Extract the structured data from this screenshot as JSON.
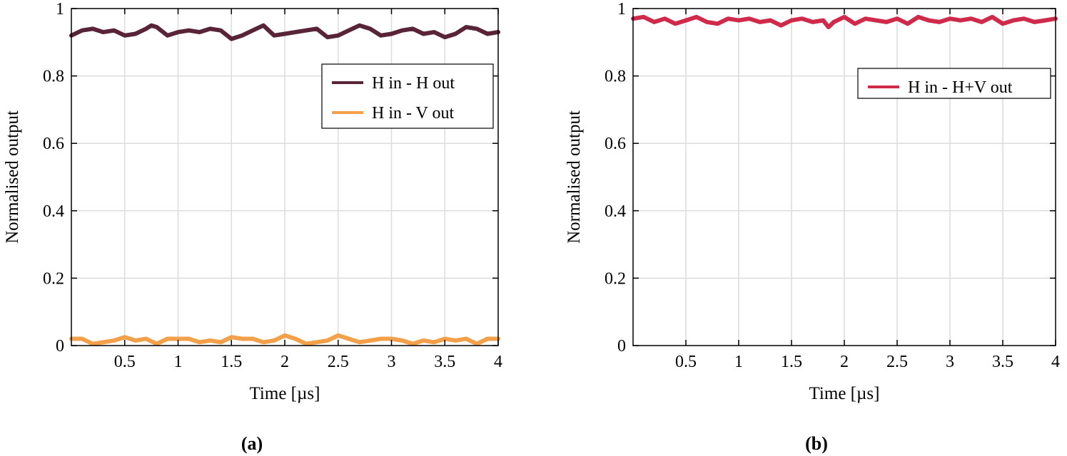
{
  "chart_data": [
    {
      "type": "line",
      "panel_label": "(a)",
      "xlabel": "Time [µs]",
      "ylabel": "Normalised output",
      "xlim": [
        0,
        4
      ],
      "ylim": [
        0,
        1
      ],
      "xticks": [
        0.5,
        1,
        1.5,
        2,
        2.5,
        3,
        3.5,
        4
      ],
      "xtick_labels": [
        "0.5",
        "1",
        "1.5",
        "2",
        "2.5",
        "3",
        "3.5",
        "4"
      ],
      "yticks": [
        0,
        0.2,
        0.4,
        0.6,
        0.8,
        1
      ],
      "ytick_labels": [
        "0",
        "0.2",
        "0.4",
        "0.6",
        "0.8",
        "1"
      ],
      "grid": true,
      "legend_position": "upper-right",
      "series": [
        {
          "name": "H in - H out",
          "color": "#5a2438",
          "x": [
            0,
            0.1,
            0.2,
            0.3,
            0.4,
            0.5,
            0.6,
            0.7,
            0.75,
            0.8,
            0.9,
            1.0,
            1.1,
            1.2,
            1.3,
            1.4,
            1.5,
            1.6,
            1.7,
            1.8,
            1.9,
            2.0,
            2.1,
            2.2,
            2.3,
            2.4,
            2.5,
            2.6,
            2.7,
            2.8,
            2.9,
            3.0,
            3.1,
            3.2,
            3.3,
            3.4,
            3.5,
            3.6,
            3.7,
            3.8,
            3.9,
            4.0
          ],
          "y": [
            0.92,
            0.935,
            0.94,
            0.93,
            0.935,
            0.92,
            0.925,
            0.94,
            0.95,
            0.945,
            0.92,
            0.93,
            0.935,
            0.93,
            0.94,
            0.935,
            0.91,
            0.92,
            0.935,
            0.95,
            0.92,
            0.925,
            0.93,
            0.935,
            0.94,
            0.915,
            0.92,
            0.935,
            0.95,
            0.94,
            0.92,
            0.925,
            0.935,
            0.94,
            0.925,
            0.93,
            0.915,
            0.925,
            0.945,
            0.94,
            0.925,
            0.93
          ]
        },
        {
          "name": "H in - V out",
          "color": "#f2a04a",
          "x": [
            0,
            0.1,
            0.2,
            0.3,
            0.4,
            0.5,
            0.6,
            0.7,
            0.8,
            0.9,
            1.0,
            1.1,
            1.2,
            1.3,
            1.4,
            1.5,
            1.6,
            1.7,
            1.8,
            1.9,
            2.0,
            2.1,
            2.2,
            2.3,
            2.4,
            2.5,
            2.6,
            2.7,
            2.8,
            2.9,
            3.0,
            3.1,
            3.2,
            3.3,
            3.4,
            3.5,
            3.6,
            3.7,
            3.8,
            3.9,
            4.0
          ],
          "y": [
            0.02,
            0.02,
            0.005,
            0.01,
            0.015,
            0.025,
            0.015,
            0.02,
            0.005,
            0.02,
            0.02,
            0.02,
            0.01,
            0.015,
            0.01,
            0.025,
            0.02,
            0.02,
            0.01,
            0.015,
            0.03,
            0.02,
            0.005,
            0.01,
            0.015,
            0.03,
            0.02,
            0.01,
            0.015,
            0.02,
            0.02,
            0.015,
            0.005,
            0.015,
            0.01,
            0.02,
            0.015,
            0.02,
            0.005,
            0.02,
            0.02
          ]
        }
      ]
    },
    {
      "type": "line",
      "panel_label": "(b)",
      "xlabel": "Time [µs]",
      "ylabel": "Normalised output",
      "xlim": [
        0,
        4
      ],
      "ylim": [
        0,
        1
      ],
      "xticks": [
        0.5,
        1,
        1.5,
        2,
        2.5,
        3,
        3.5,
        4
      ],
      "xtick_labels": [
        "0.5",
        "1",
        "1.5",
        "2",
        "2.5",
        "3",
        "3.5",
        "4"
      ],
      "yticks": [
        0,
        0.2,
        0.4,
        0.6,
        0.8,
        1
      ],
      "ytick_labels": [
        "0",
        "0.2",
        "0.4",
        "0.6",
        "0.8",
        "1"
      ],
      "grid": true,
      "legend_position": "upper-right",
      "series": [
        {
          "name": "H in - H+V out",
          "color": "#d02a4a",
          "x": [
            0,
            0.1,
            0.2,
            0.3,
            0.4,
            0.5,
            0.6,
            0.7,
            0.8,
            0.9,
            1.0,
            1.1,
            1.2,
            1.3,
            1.4,
            1.5,
            1.6,
            1.7,
            1.8,
            1.85,
            1.9,
            2.0,
            2.1,
            2.2,
            2.3,
            2.4,
            2.5,
            2.6,
            2.7,
            2.8,
            2.9,
            3.0,
            3.1,
            3.2,
            3.3,
            3.4,
            3.5,
            3.6,
            3.7,
            3.8,
            3.9,
            4.0
          ],
          "y": [
            0.97,
            0.975,
            0.96,
            0.97,
            0.955,
            0.965,
            0.975,
            0.96,
            0.955,
            0.97,
            0.965,
            0.97,
            0.96,
            0.965,
            0.95,
            0.965,
            0.97,
            0.96,
            0.965,
            0.945,
            0.96,
            0.975,
            0.955,
            0.97,
            0.965,
            0.96,
            0.97,
            0.955,
            0.975,
            0.965,
            0.96,
            0.97,
            0.965,
            0.97,
            0.96,
            0.975,
            0.955,
            0.965,
            0.97,
            0.96,
            0.965,
            0.97
          ]
        }
      ]
    }
  ]
}
